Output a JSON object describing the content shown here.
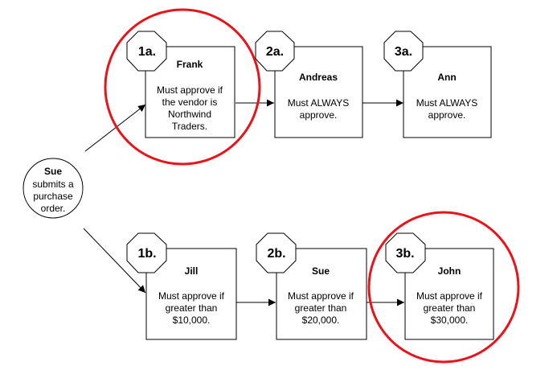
{
  "start": {
    "name": "Sue",
    "lines": [
      "submits a",
      "purchase",
      "order."
    ]
  },
  "steps": [
    {
      "id": "1a",
      "badge": "1a.",
      "name": "Frank",
      "lines": [
        "Must approve if",
        "the vendor is",
        "Northwind",
        "Traders."
      ]
    },
    {
      "id": "2a",
      "badge": "2a.",
      "name": "Andreas",
      "lines": [
        "Must ALWAYS",
        "approve."
      ]
    },
    {
      "id": "3a",
      "badge": "3a.",
      "name": "Ann",
      "lines": [
        "Must ALWAYS",
        "approve."
      ]
    },
    {
      "id": "1b",
      "badge": "1b.",
      "name": "Jill",
      "lines": [
        "Must approve if",
        "greater than",
        "$10,000."
      ]
    },
    {
      "id": "2b",
      "badge": "2b.",
      "name": "Sue",
      "lines": [
        "Must approve if",
        "greater than",
        "$20,000."
      ]
    },
    {
      "id": "3b",
      "badge": "3b.",
      "name": "John",
      "lines": [
        "Must approve if",
        "greater than",
        "$30,000."
      ]
    }
  ],
  "highlighted_steps": [
    "1a",
    "3b"
  ],
  "colors": {
    "highlight": "#e8141b",
    "stroke": "#000000",
    "fill": "#ffffff"
  }
}
